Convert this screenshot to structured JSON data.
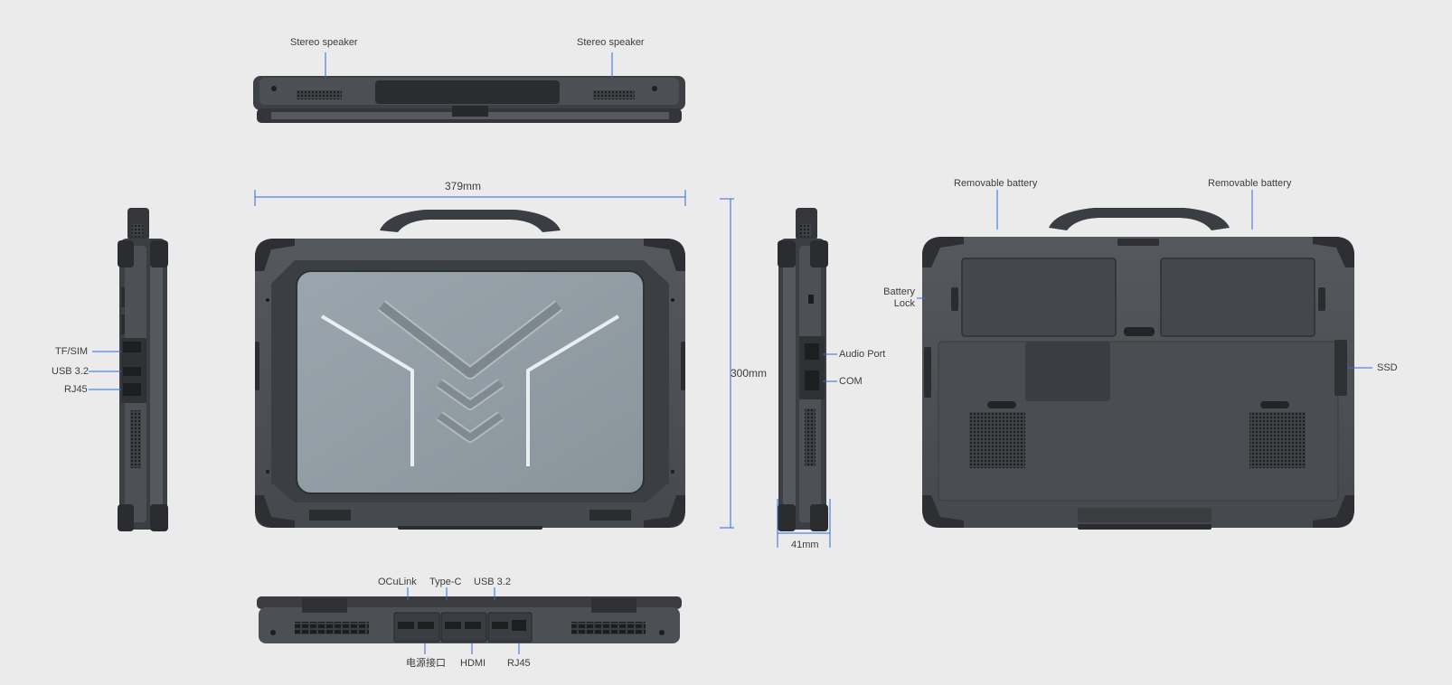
{
  "labels": {
    "top_view": {
      "speaker_left": "Stereo speaker",
      "speaker_right": "Stereo speaker"
    },
    "left_side": {
      "tf_sim": "TF/SIM",
      "usb": "USB 3.2",
      "rj45": "RJ45"
    },
    "right_side": {
      "audio": "Audio Port",
      "com": "COM"
    },
    "front_view": {
      "width": "379mm",
      "height": "300mm",
      "thickness": "41mm"
    },
    "back_view": {
      "battery_left": "Removable battery",
      "battery_right": "Removable battery",
      "battery_lock_1": "Battery",
      "battery_lock_2": "Lock",
      "ssd": "SSD"
    },
    "bottom_view": {
      "oculink": "OCuLink",
      "typec": "Type-C",
      "usb": "USB 3.2",
      "power": "电源接口",
      "hdmi": "HDMI",
      "rj45": "RJ45"
    }
  },
  "colors": {
    "background": "#ebebeb",
    "body": "#4b4e52",
    "body_dark": "#2f3134",
    "rubber": "#3a3c3f",
    "screen": "#9aa4ab",
    "leader_line": "#2f6bd8",
    "dimension_line": "#2f6bd8",
    "label_text": "#3c3c3c"
  }
}
